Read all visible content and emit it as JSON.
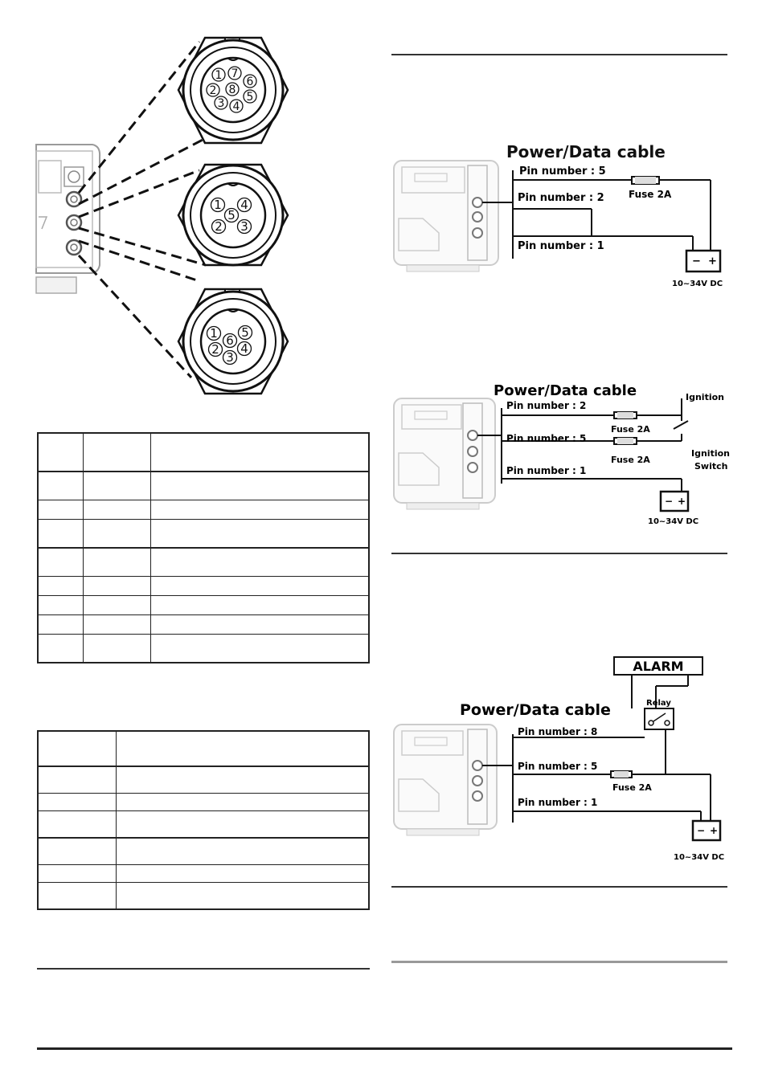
{
  "connectors": {
    "top_pins": [
      "1",
      "7",
      "6",
      "2",
      "8",
      "5",
      "3",
      "4"
    ],
    "middle_pins": [
      "1",
      "4",
      "5",
      "2",
      "3"
    ],
    "bottom_pins": [
      "1",
      "5",
      "6",
      "2",
      "4",
      "3"
    ]
  },
  "diagram1": {
    "title": "Power/Data cable",
    "pin_a": "Pin number : 5",
    "pin_b": "Pin number : 2",
    "pin_c": "Pin number : 1",
    "fuse": "Fuse 2A",
    "battery": "10~34V DC"
  },
  "diagram2": {
    "title": "Power/Data cable",
    "pin_a": "Pin number : 2",
    "pin_b": "Pin number : 5",
    "pin_c": "Pin number : 1",
    "fuse_a": "Fuse 2A",
    "fuse_b": "Fuse 2A",
    "ignition": "Ignition",
    "switch_line1": "Ignition",
    "switch_line2": "Switch",
    "battery": "10~34V DC"
  },
  "diagram3": {
    "title": "Power/Data cable",
    "alarm": "ALARM",
    "relay": "Relay",
    "pin_a": "Pin number : 8",
    "pin_b": "Pin number : 5",
    "pin_c": "Pin number : 1",
    "fuse": "Fuse 2A",
    "battery": "10~34V DC"
  }
}
